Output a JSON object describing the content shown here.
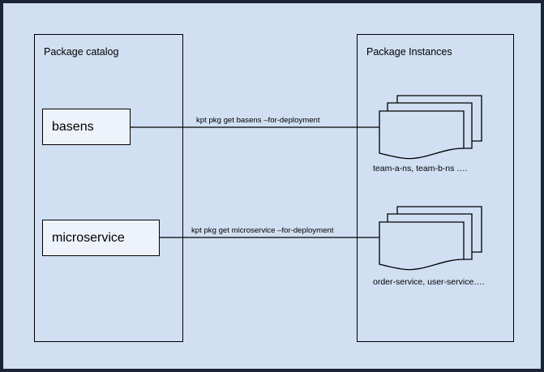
{
  "diagram": {
    "background_color": "#d0dff2",
    "border_color": "#1b2436",
    "stroke_color": "#000000",
    "box_fill_color": "#eef3fb"
  },
  "groups": [
    {
      "id": "catalog",
      "title": "Package catalog"
    },
    {
      "id": "instances",
      "title": "Package Instances"
    }
  ],
  "packages": [
    {
      "id": "basens",
      "label": "basens"
    },
    {
      "id": "microservice",
      "label": "microservice"
    }
  ],
  "arrows": [
    {
      "id": "basens-arrow",
      "label": "kpt pkg get basens –for-deployment"
    },
    {
      "id": "microservice-arrow",
      "label": "kpt pkg get microservice –for-deployment"
    }
  ],
  "instances": [
    {
      "id": "namespaces",
      "caption": "team-a-ns, team-b-ns ….",
      "icon": "document-stack-icon"
    },
    {
      "id": "services",
      "caption": "order-service, user-service….",
      "icon": "document-stack-icon"
    }
  ]
}
